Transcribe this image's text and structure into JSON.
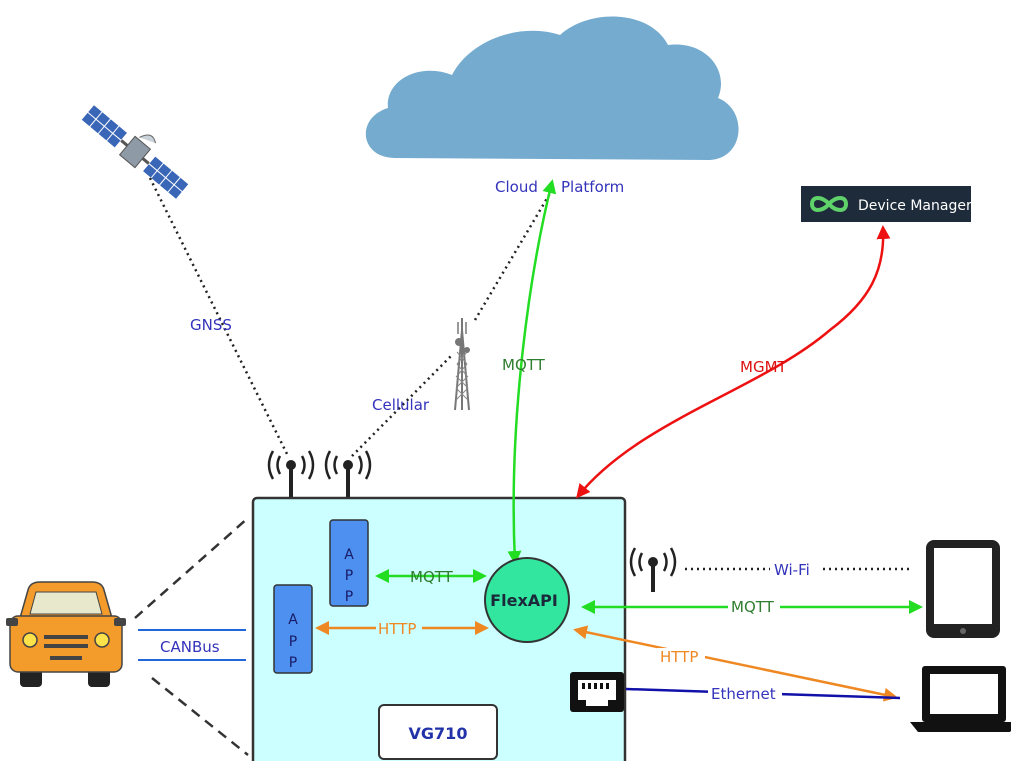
{
  "colors": {
    "cloud": "#74abcf",
    "device_body": "#ccffff",
    "device_border": "#333333",
    "app_box": "#4d90f0",
    "flexapi": "#33e6a0",
    "mqtt_green": "#22dd22",
    "http_orange": "#ee8822",
    "mgmt_red": "#ee1111",
    "ethernet_blue": "#1111aa",
    "canbus_blue": "#2266dd",
    "label_blue": "#3333bb",
    "label_green": "#2f7d2f",
    "label_orange": "#ee8822",
    "label_red": "#dd1111",
    "car_orange": "#f39c2c",
    "device_manager_bg": "#1d2b3a"
  },
  "labels": {
    "cloud_left": "Cloud",
    "cloud_right": "Platform",
    "gnss": "GNSS",
    "cellular": "Cellular",
    "mqtt_cloud": "MQTT",
    "mgmt": "MGMT",
    "wifi": "Wi-Fi",
    "mqtt_tablet": "MQTT",
    "http_laptop": "HTTP",
    "ethernet": "Ethernet",
    "canbus": "CANBus",
    "mqtt_app": "MQTT",
    "http_app": "HTTP",
    "flexapi": "FlexAPI",
    "device_model": "VG710",
    "app_letters": [
      "A",
      "P",
      "P"
    ],
    "device_manager": "Device Manager"
  },
  "icons": {
    "satellite": "satellite-icon",
    "tower": "cell-tower-icon",
    "car": "car-icon",
    "tablet": "tablet-icon",
    "laptop": "laptop-icon",
    "ethernet_port": "ethernet-port-icon",
    "antenna": "antenna-icon",
    "device_manager_logo": "infinity-logo-icon"
  }
}
